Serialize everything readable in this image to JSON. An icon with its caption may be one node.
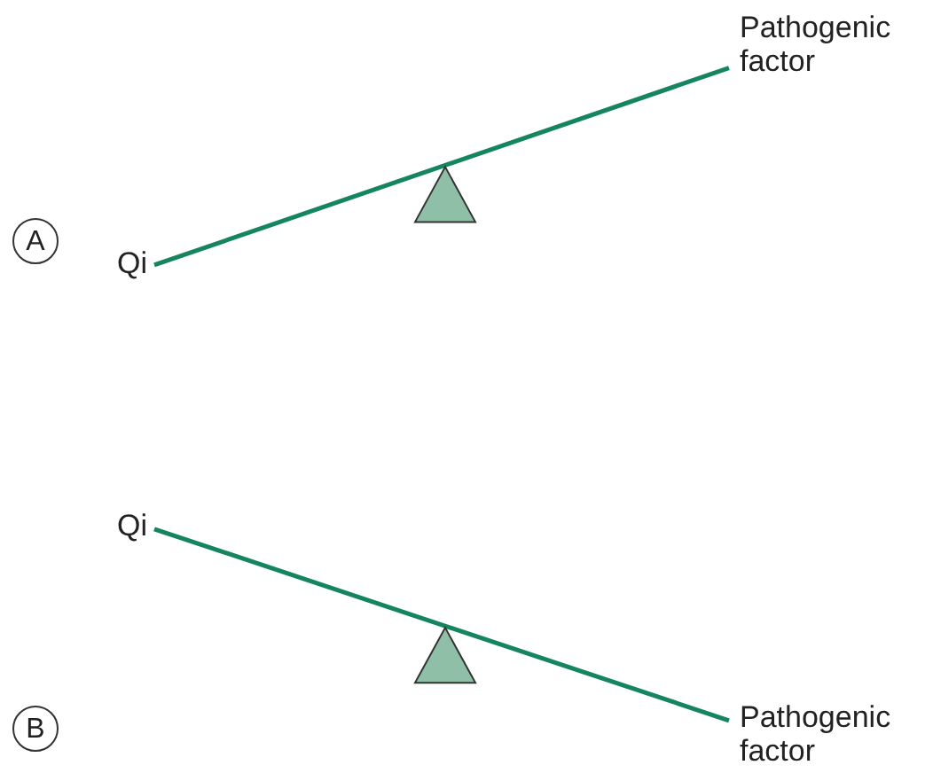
{
  "diagram": {
    "nodes": [
      {
        "text": [
          "Pathogenic factor"
        ]
      },
      {
        "text": [
          "A"
        ]
      },
      {
        "text": [
          "Qi"
        ]
      },
      {
        "text": [
          "Qi"
        ]
      },
      {
        "text": [
          "B"
        ]
      },
      {
        "text": [
          "Pathogenic factor"
        ]
      }
    ],
    "edges": [
      {
        "from": 2,
        "to": 0,
        "arrow": "none"
      },
      {
        "from": 3,
        "to": 5,
        "arrow": "none"
      }
    ]
  }
}
